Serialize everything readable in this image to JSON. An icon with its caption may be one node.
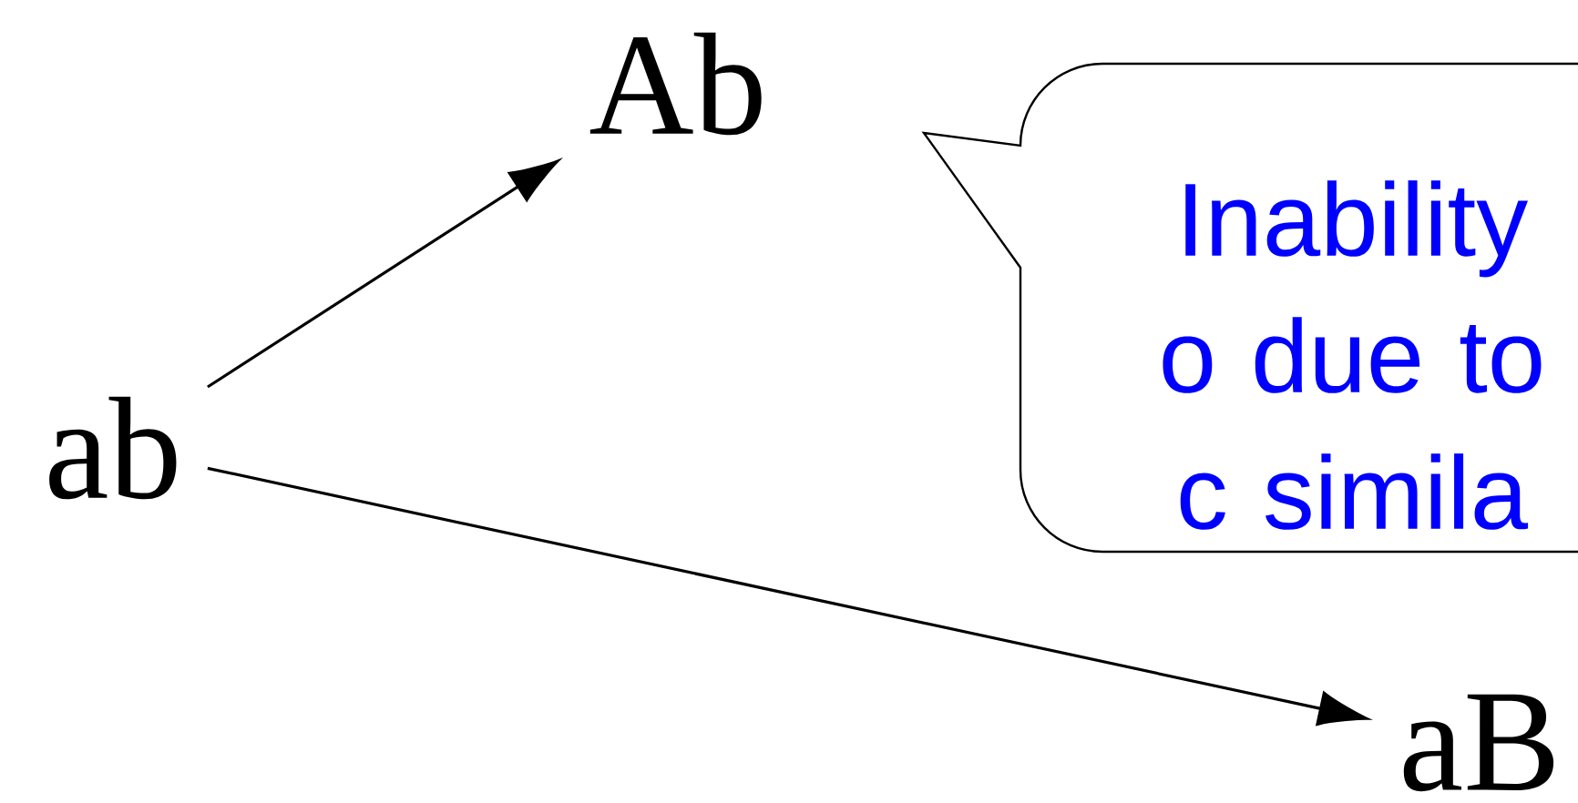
{
  "diagram": {
    "nodes": [
      {
        "text": [
          "ab"
        ]
      },
      {
        "text": [
          "Ab"
        ]
      },
      {
        "text": [
          "aB"
        ]
      },
      {
        "text": [
          "Inability o due to c simila"
        ]
      }
    ],
    "edges": [
      {
        "from": 0,
        "to": 1,
        "arrow": "to"
      },
      {
        "from": 0,
        "to": 2,
        "arrow": "to"
      }
    ]
  }
}
